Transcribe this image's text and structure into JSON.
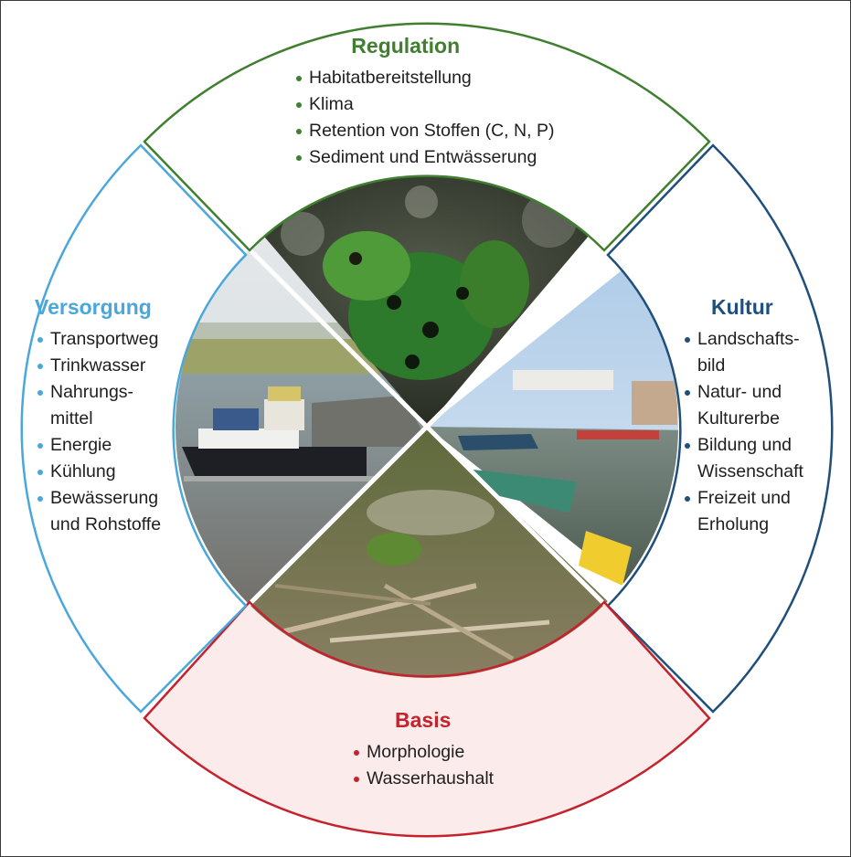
{
  "colors": {
    "regulation": "#3f7f2f",
    "versorgung": "#4aa7dc",
    "kultur": "#1f4f7a",
    "basis": "#c4232e",
    "basis_fill": "#fbeceb",
    "frame": "#3a3a3a"
  },
  "icons": {
    "regulation": "frog-photo",
    "versorgung": "cargo-ship-photo",
    "kultur": "boats-photo",
    "basis": "floodplain-deadwood-photo"
  },
  "sectors": {
    "regulation": {
      "title": "Regulation",
      "items": [
        "Habitatbereitstellung",
        "Klima",
        "Retention von Stoffen (C, N, P)",
        "Sediment und Entwässerung"
      ]
    },
    "versorgung": {
      "title": "Versorgung",
      "items": [
        "Transportweg",
        "Trinkwasser",
        "Nahrungs-",
        "mittel",
        "Energie",
        "Kühlung",
        "Bewässerung",
        "und Rohstoffe"
      ]
    },
    "kultur": {
      "title": "Kultur",
      "items": [
        "Landschafts-",
        "bild",
        "Natur- und",
        "Kulturerbe",
        "Bildung und",
        "Wissenschaft",
        "Freizeit und",
        "Erholung"
      ]
    },
    "basis": {
      "title": "Basis",
      "items": [
        "Morphologie",
        "Wasserhaushalt"
      ]
    }
  }
}
